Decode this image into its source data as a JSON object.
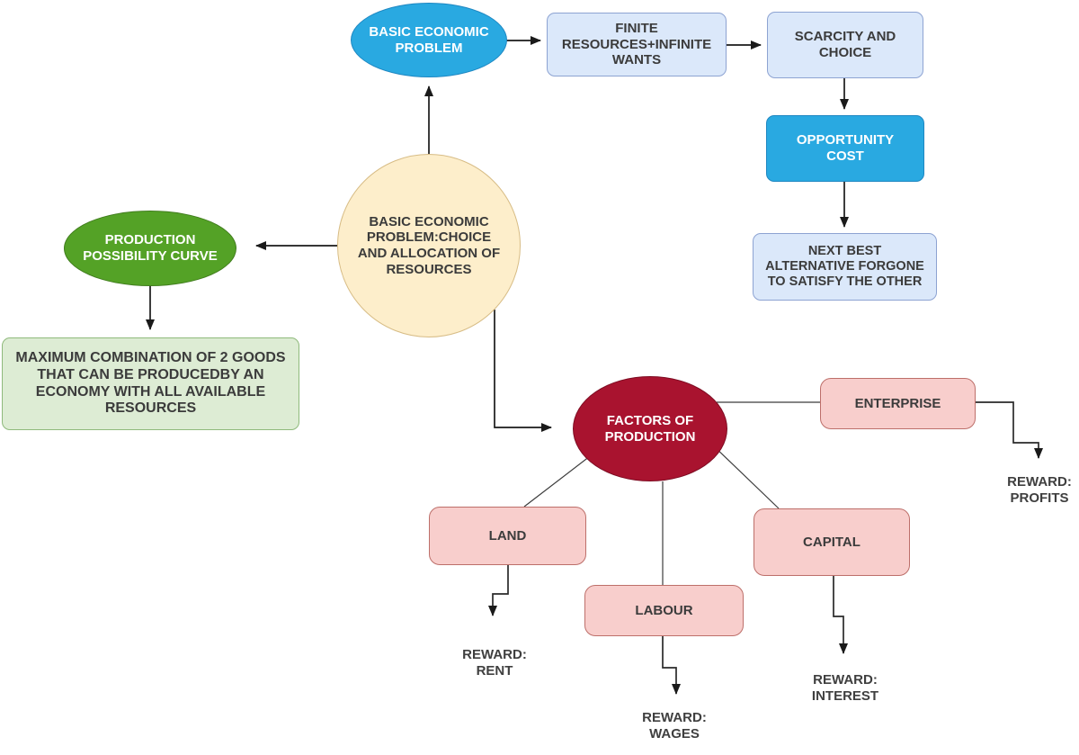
{
  "colors": {
    "bright_blue": "#29a9e1",
    "bright_blue_border": "#1e87c2",
    "light_blue": "#dbe8fa",
    "light_blue_border": "#8da3d2",
    "yellow": "#fdeecb",
    "yellow_border": "#d7bc85",
    "green": "#54a226",
    "green_border": "#417d1e",
    "light_green": "#ddecd4",
    "light_green_border": "#8fba7c",
    "crimson": "#a9132f",
    "crimson_border": "#7d0c22",
    "pink": "#f8cecc",
    "pink_border": "#bd6f6a",
    "text": "#3b3b3b",
    "connector": "#2f2f2f"
  },
  "nodes": {
    "basic_economic_problem": {
      "label": "BASIC ECONOMIC\nPROBLEM"
    },
    "finite_resources": {
      "label": "FINITE\nRESOURCES+INFINITE\nWANTS"
    },
    "scarcity_and_choice": {
      "label": "SCARCITY AND\nCHOICE"
    },
    "opportunity_cost": {
      "label": "OPPORTUNITY\nCOST"
    },
    "next_best_alternative": {
      "label": "NEXT BEST\nALTERNATIVE FORGONE\nTO SATISFY THE OTHER"
    },
    "central_problem": {
      "label": "BASIC ECONOMIC\nPROBLEM:CHOICE\nAND ALLOCATION OF\nRESOURCES"
    },
    "production_possibility_curve": {
      "label": "PRODUCTION\nPOSSIBILITY CURVE"
    },
    "ppc_description": {
      "label": "MAXIMUM COMBINATION OF 2 GOODS\nTHAT CAN BE PRODUCEDBY AN\nECONOMY WITH ALL AVAILABLE\nRESOURCES"
    },
    "factors_of_production": {
      "label": "FACTORS OF\nPRODUCTION"
    },
    "enterprise": {
      "label": "ENTERPRISE"
    },
    "land": {
      "label": "LAND"
    },
    "labour": {
      "label": "LABOUR"
    },
    "capital": {
      "label": "CAPITAL"
    },
    "reward_profits": {
      "label": "REWARD:\nPROFITS"
    },
    "reward_rent": {
      "label": "REWARD:\nRENT"
    },
    "reward_wages": {
      "label": "REWARD:\nWAGES"
    },
    "reward_interest": {
      "label": "REWARD:\nINTEREST"
    }
  }
}
